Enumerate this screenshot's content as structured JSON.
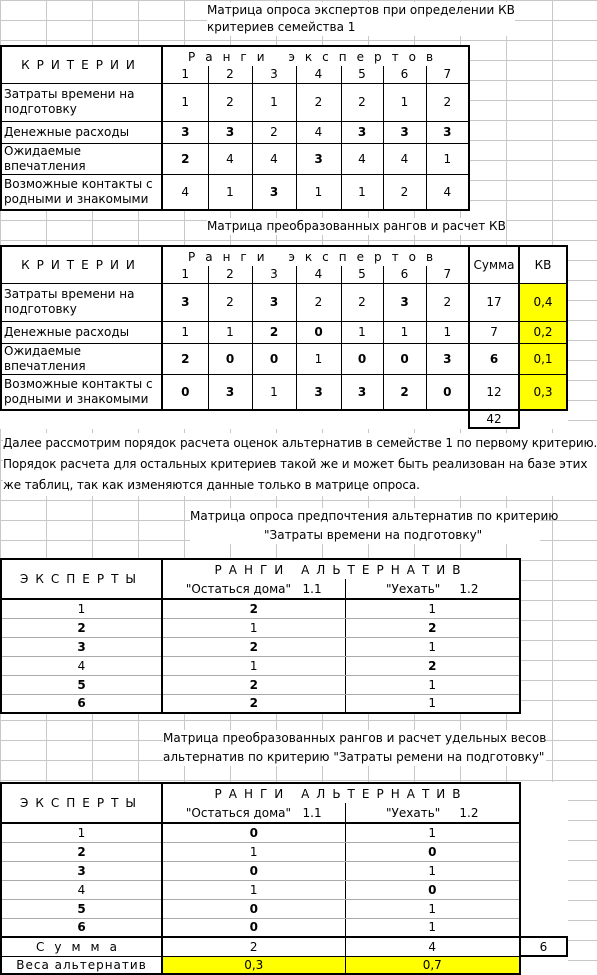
{
  "t1": {
    "title_l1": "Матрица опроса экспертов при определении КВ",
    "title_l2": "критериев семейства 1",
    "crit_header": "КРИТЕРИИ",
    "ranks_header": "Ранги экспертов",
    "experts": [
      "1",
      "2",
      "3",
      "4",
      "5",
      "6",
      "7"
    ],
    "rows": [
      {
        "name": "Затраты времени на подготовку",
        "vals": [
          "1",
          "2",
          "1",
          "2",
          "2",
          "1",
          "2"
        ]
      },
      {
        "name": "Денежные расходы",
        "vals": [
          "3",
          "3",
          "2",
          "4",
          "3",
          "3",
          "3"
        ]
      },
      {
        "name": "Ожидаемые впечатления",
        "vals": [
          "2",
          "4",
          "4",
          "3",
          "4",
          "4",
          "1"
        ]
      },
      {
        "name": "Возможные контакты с родными и знакомыми",
        "vals": [
          "4",
          "1",
          "3",
          "1",
          "1",
          "2",
          "4"
        ]
      }
    ]
  },
  "t2": {
    "title": "Матрица преобразованных рангов и расчет КВ",
    "crit_header": "КРИТЕРИИ",
    "ranks_header": "Ранги экспертов",
    "experts": [
      "1",
      "2",
      "3",
      "4",
      "5",
      "6",
      "7"
    ],
    "sum_header": "Сумма",
    "kv_header": "КВ",
    "rows": [
      {
        "name": "Затраты времени на подготовку",
        "vals": [
          "3",
          "2",
          "3",
          "2",
          "2",
          "3",
          "2"
        ],
        "sum": "17",
        "kv": "0,4"
      },
      {
        "name": "Денежные расходы",
        "vals": [
          "1",
          "1",
          "2",
          "0",
          "1",
          "1",
          "1"
        ],
        "sum": "7",
        "kv": "0,2"
      },
      {
        "name": "Ожидаемые впечатления",
        "vals": [
          "2",
          "0",
          "0",
          "1",
          "0",
          "0",
          "3"
        ],
        "sum": "6",
        "kv": "0,1"
      },
      {
        "name": "Возможные контакты с родными и знакомыми",
        "vals": [
          "0",
          "3",
          "1",
          "3",
          "3",
          "2",
          "0"
        ],
        "sum": "12",
        "kv": "0,3"
      }
    ],
    "total": "42"
  },
  "paragraph": {
    "l1": "Далее рассмотрим порядок расчета оценок альтернатив в семействе 1 по первому критерию.",
    "l2": "Порядок расчета для остальных критериев такой же и может быть реализован на базе этих",
    "l3": "же таблиц, так как изменяются данные только в матрице опроса."
  },
  "t3": {
    "title_l1": "Матрица опроса предпочтения альтернатив по критерию",
    "title_l2": "\"Затраты времени на подготовку\"",
    "experts_header": "ЭКСПЕРТЫ",
    "ranks_header": "РАНГИ АЛЬТЕРНАТИВ",
    "alt1_name": "\"Остаться дома\"",
    "alt1_code": "1.1",
    "alt2_name": "\"Уехать\"",
    "alt2_code": "1.2",
    "rows": [
      {
        "expert": "1",
        "a1": "2",
        "a2": "1"
      },
      {
        "expert": "2",
        "a1": "1",
        "a2": "2"
      },
      {
        "expert": "3",
        "a1": "2",
        "a2": "1"
      },
      {
        "expert": "4",
        "a1": "1",
        "a2": "2"
      },
      {
        "expert": "5",
        "a1": "2",
        "a2": "1"
      },
      {
        "expert": "6",
        "a1": "2",
        "a2": "1"
      }
    ]
  },
  "t4": {
    "title_l1": "Матрица преобразованных рангов и расчет удельных весов",
    "title_l2": "альтернатив по критерию \"Затраты ремени на подготовку\"",
    "experts_header": "ЭКСПЕРТЫ",
    "ranks_header": "РАНГИ АЛЬТЕРНАТИВ",
    "alt1_name": "\"Остаться дома\"",
    "alt1_code": "1.1",
    "alt2_name": "\"Уехать\"",
    "alt2_code": "1.2",
    "rows": [
      {
        "expert": "1",
        "a1": "0",
        "a2": "1"
      },
      {
        "expert": "2",
        "a1": "1",
        "a2": "0"
      },
      {
        "expert": "3",
        "a1": "0",
        "a2": "1"
      },
      {
        "expert": "4",
        "a1": "1",
        "a2": "0"
      },
      {
        "expert": "5",
        "a1": "0",
        "a2": "1"
      },
      {
        "expert": "6",
        "a1": "0",
        "a2": "1"
      }
    ],
    "sum_label": "Сумма",
    "sum_a1": "2",
    "sum_a2": "4",
    "sum_total": "6",
    "weights_label": "Веса альтернатив",
    "w1": "0,3",
    "w2": "0,7"
  },
  "colors": {
    "highlight": "#ffff00",
    "grid": "#c8c8c8"
  }
}
